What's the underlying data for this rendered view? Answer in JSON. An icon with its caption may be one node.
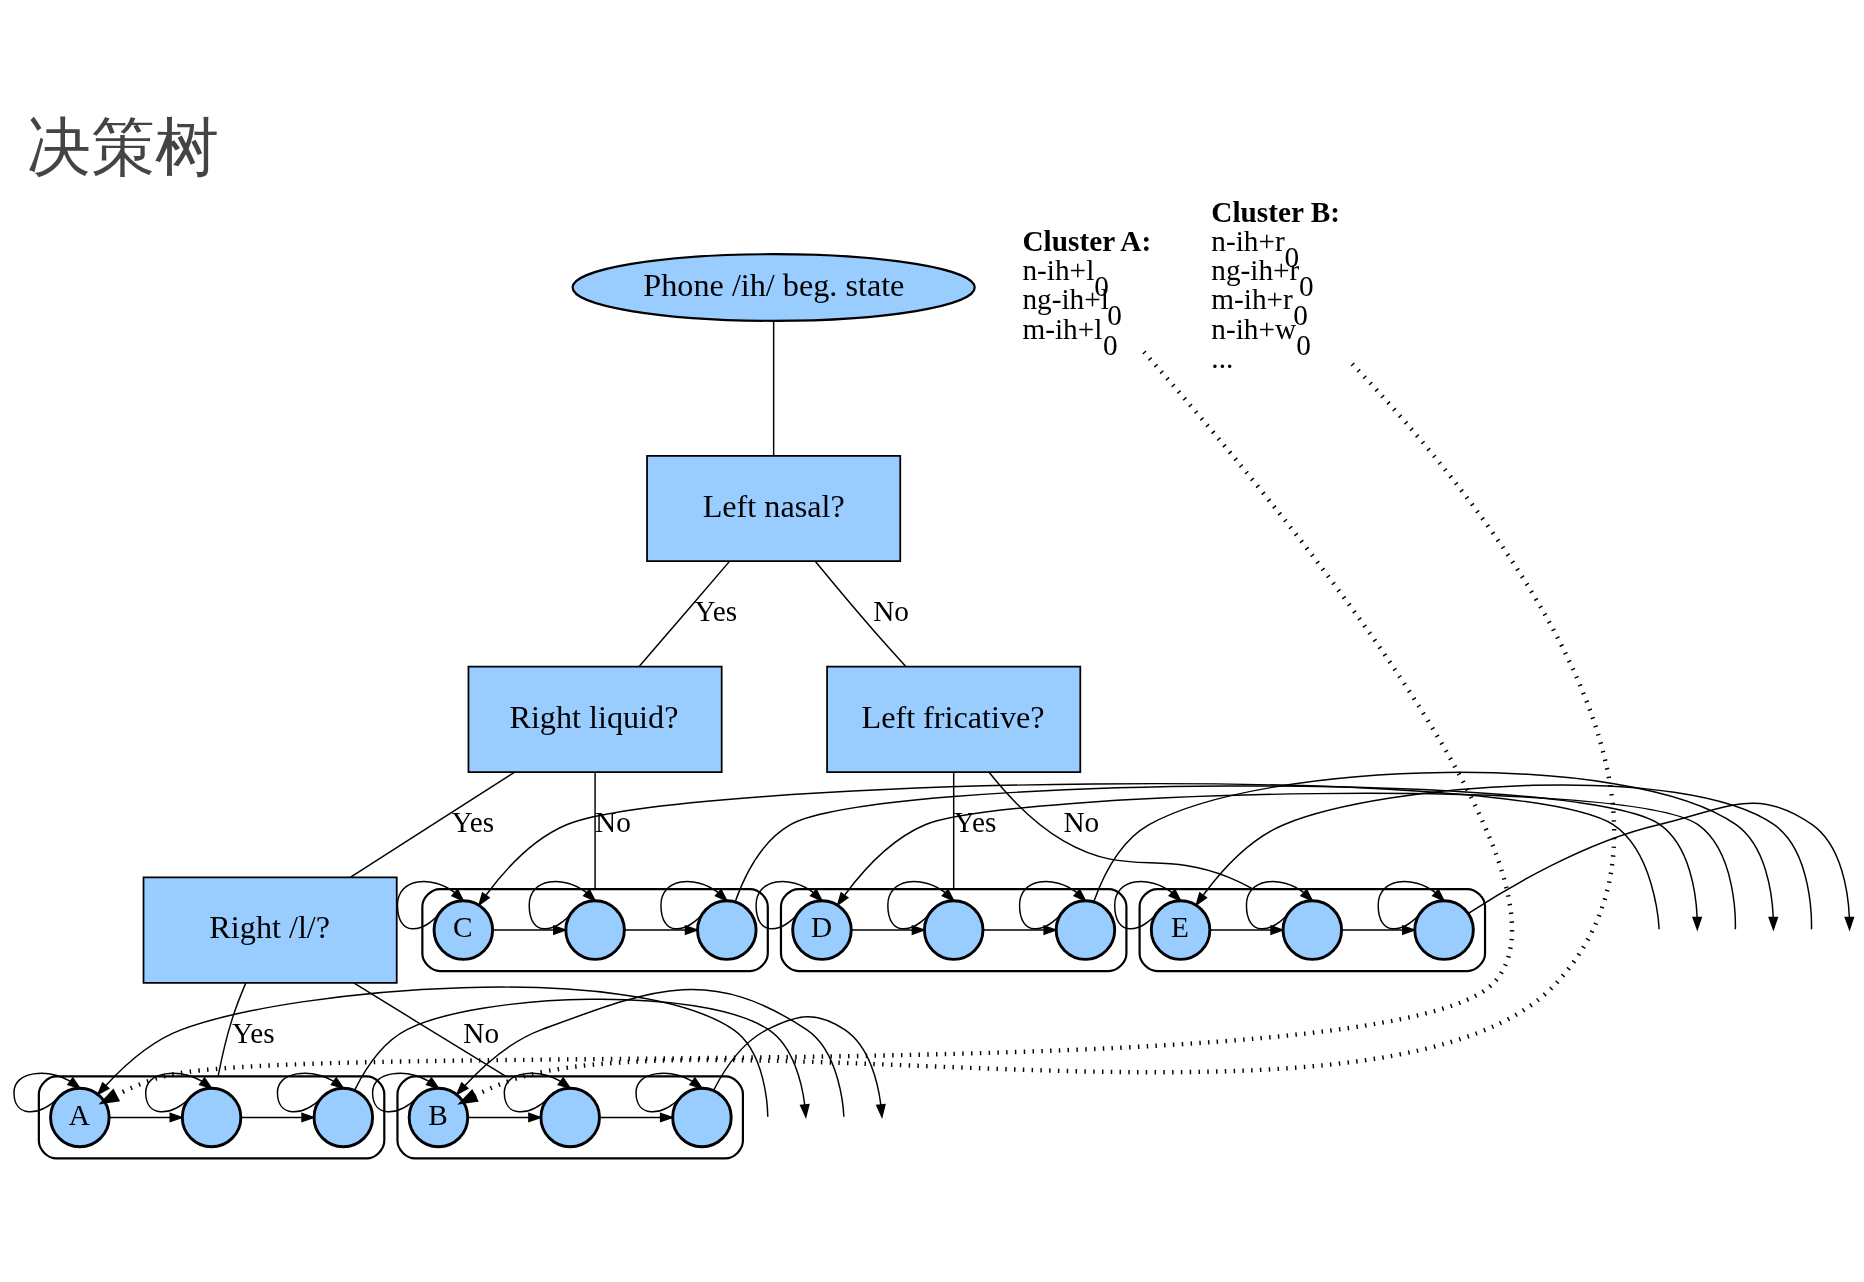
{
  "diagram": {
    "title": "决策树",
    "nodes": [
      {
        "text": [
          "Phone /ih/ beg. state"
        ]
      },
      {
        "text": [
          "Left nasal?"
        ]
      },
      {
        "text": [
          "Right liquid?"
        ]
      },
      {
        "text": [
          "Left fricative?"
        ]
      },
      {
        "text": [
          "Right /l/?"
        ]
      },
      {
        "text": [],
        "shape": "ellipse"
      },
      {
        "text": [
          "C"
        ],
        "in": 5
      },
      {
        "text": [],
        "shape": "circle",
        "in": 5
      },
      {
        "text": [],
        "shape": "circle",
        "in": 5
      },
      {
        "text": [
          "Cluster A:",
          "n-ih+l$_{0}$",
          "ng-ih+l$_{0}$",
          "m-ih+l$_{0}$"
        ]
      },
      {
        "text": [],
        "shape": "ellipse"
      },
      {
        "text": [
          "D"
        ],
        "in": 10
      },
      {
        "text": [],
        "shape": "circle",
        "in": 10
      },
      {
        "text": [],
        "shape": "circle",
        "in": 10
      },
      {
        "text": [],
        "shape": "ellipse"
      },
      {
        "text": [
          "E"
        ],
        "in": 14
      },
      {
        "text": [],
        "shape": "circle",
        "in": 14
      },
      {
        "text": [],
        "shape": "circle",
        "in": 14
      },
      {
        "text": [],
        "shape": "ellipse"
      },
      {
        "text": [
          "A"
        ],
        "in": 18
      },
      {
        "text": [],
        "shape": "circle",
        "in": 18
      },
      {
        "text": [],
        "shape": "circle",
        "in": 18
      },
      {
        "text": [],
        "shape": "ellipse"
      },
      {
        "text": [
          "B"
        ],
        "in": 22
      },
      {
        "text": [],
        "shape": "circle",
        "in": 22
      },
      {
        "text": [],
        "shape": "circle",
        "in": 22
      },
      {
        "text": [
          "Cluster B:",
          "n-ih+r$_{0}$",
          "ng-ih+r$_{0}$",
          "m-ih+r$_{0}$",
          "n-ih+w$_{0}$",
          "..."
        ]
      }
    ],
    "edges": [
      {
        "from": 0,
        "to": 1,
        "arrow": "none"
      },
      {
        "from": 1,
        "to": 2,
        "arrow": "none",
        "label": "Yes"
      },
      {
        "from": 1,
        "to": 3,
        "arrow": "none",
        "label": "No"
      },
      {
        "from": 2,
        "to": 4,
        "arrow": "none",
        "label": "Yes"
      },
      {
        "from": 2,
        "to": 5,
        "arrow": "none",
        "label": "No"
      },
      {
        "from": 3,
        "to": 10,
        "arrow": "none",
        "label": "Yes"
      },
      {
        "from": 3,
        "to": 14,
        "arrow": "none",
        "label": "No"
      },
      {
        "from": 4,
        "to": 18,
        "arrow": "none",
        "label": "Yes"
      },
      {
        "from": 4,
        "to": 22,
        "arrow": "none",
        "label": "No"
      },
      {
        "from": null,
        "to": 6,
        "arrow": "to"
      },
      {
        "from": 6,
        "to": 6,
        "arrow": "to"
      },
      {
        "from": 6,
        "to": 7,
        "arrow": "to"
      },
      {
        "from": 7,
        "to": 7,
        "arrow": "to"
      },
      {
        "from": 7,
        "to": 8,
        "arrow": "to"
      },
      {
        "from": 8,
        "to": 8,
        "arrow": "to"
      },
      {
        "from": 8,
        "to": null,
        "arrow": "to"
      },
      {
        "from": null,
        "to": 11,
        "arrow": "to"
      },
      {
        "from": 11,
        "to": 11,
        "arrow": "to"
      },
      {
        "from": 11,
        "to": 12,
        "arrow": "to"
      },
      {
        "from": 12,
        "to": 12,
        "arrow": "to"
      },
      {
        "from": 12,
        "to": 13,
        "arrow": "to"
      },
      {
        "from": 13,
        "to": 13,
        "arrow": "to"
      },
      {
        "from": 13,
        "to": null,
        "arrow": "to"
      },
      {
        "from": null,
        "to": 15,
        "arrow": "to"
      },
      {
        "from": 15,
        "to": 15,
        "arrow": "to"
      },
      {
        "from": 15,
        "to": 16,
        "arrow": "to"
      },
      {
        "from": 16,
        "to": 16,
        "arrow": "to"
      },
      {
        "from": 16,
        "to": 17,
        "arrow": "to"
      },
      {
        "from": 17,
        "to": 17,
        "arrow": "to"
      },
      {
        "from": 17,
        "to": null,
        "arrow": "to"
      },
      {
        "from": null,
        "to": 19,
        "arrow": "to"
      },
      {
        "from": 19,
        "to": 19,
        "arrow": "to"
      },
      {
        "from": 19,
        "to": 20,
        "arrow": "to"
      },
      {
        "from": 20,
        "to": 20,
        "arrow": "to"
      },
      {
        "from": 20,
        "to": 21,
        "arrow": "to"
      },
      {
        "from": 21,
        "to": 21,
        "arrow": "to"
      },
      {
        "from": 21,
        "to": null,
        "arrow": "to"
      },
      {
        "from": null,
        "to": 23,
        "arrow": "to"
      },
      {
        "from": 23,
        "to": 23,
        "arrow": "to"
      },
      {
        "from": 23,
        "to": 24,
        "arrow": "to"
      },
      {
        "from": 24,
        "to": 24,
        "arrow": "to"
      },
      {
        "from": 24,
        "to": 25,
        "arrow": "to"
      },
      {
        "from": 25,
        "to": 25,
        "arrow": "to"
      },
      {
        "from": 25,
        "to": null,
        "arrow": "to"
      },
      {
        "from": 9,
        "to": 19,
        "arrow": "to",
        "style": "dashed"
      },
      {
        "from": 26,
        "to": 23,
        "arrow": "to",
        "style": "dashed"
      }
    ]
  }
}
